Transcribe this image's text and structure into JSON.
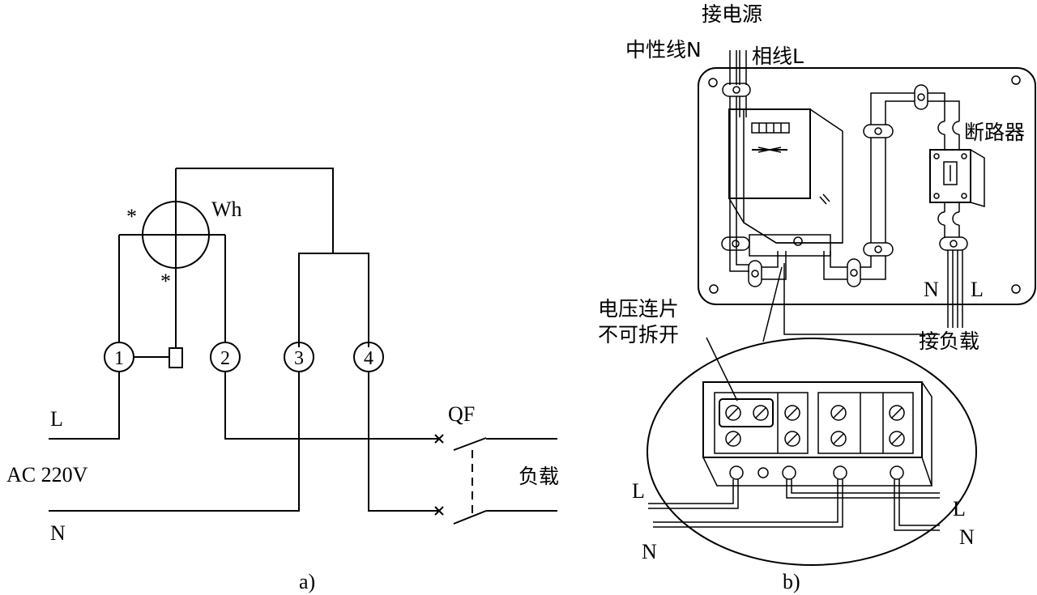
{
  "diagram_a": {
    "caption": "a)",
    "meter_label": "Wh",
    "star": "*",
    "terminals": [
      "1",
      "2",
      "3",
      "4"
    ],
    "line_L": "L",
    "line_N": "N",
    "supply": "AC  220V",
    "breaker": "QF",
    "load": "负载"
  },
  "diagram_b": {
    "caption": "b)",
    "power_in": "接电源",
    "neutral_in": "中性线N",
    "phase_in": "相线L",
    "breaker": "断路器",
    "out_N": "N",
    "out_L": "L",
    "load": "接负载",
    "voltage_link_1": "电压连片",
    "voltage_link_2": "不可拆开",
    "detail_L_left": "L",
    "detail_N_left": "N",
    "detail_L_right": "L",
    "detail_N_right": "N"
  }
}
